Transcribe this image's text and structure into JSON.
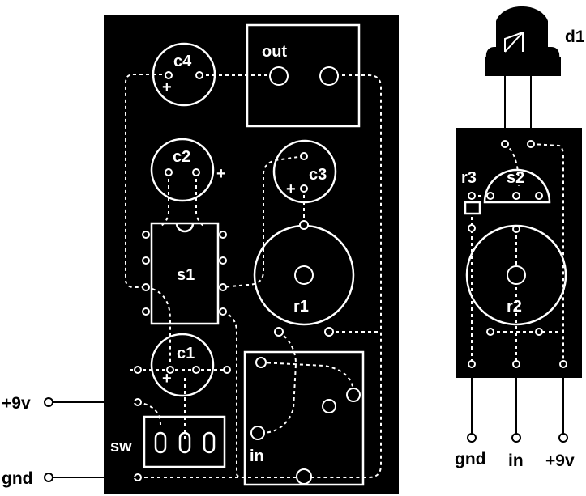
{
  "main_board": {
    "components": {
      "c4": "c4",
      "out": "out",
      "c2": "c2",
      "c3": "c3",
      "s1": "s1",
      "r1": "r1",
      "c1": "c1",
      "sw": "sw",
      "in": "in"
    },
    "polarity_mark": "+"
  },
  "external_labels": {
    "plus9v": "+9v",
    "gnd": "gnd"
  },
  "sub_board": {
    "components": {
      "r3": "r3",
      "s2": "s2",
      "r2": "r2"
    },
    "bottom_labels": {
      "gnd": "gnd",
      "in": "in",
      "plus9v": "+9v"
    }
  },
  "led": {
    "label": "d1"
  },
  "colors": {
    "board": "#000000",
    "silkscreen": "#ffffff",
    "background": "#ffffff"
  }
}
